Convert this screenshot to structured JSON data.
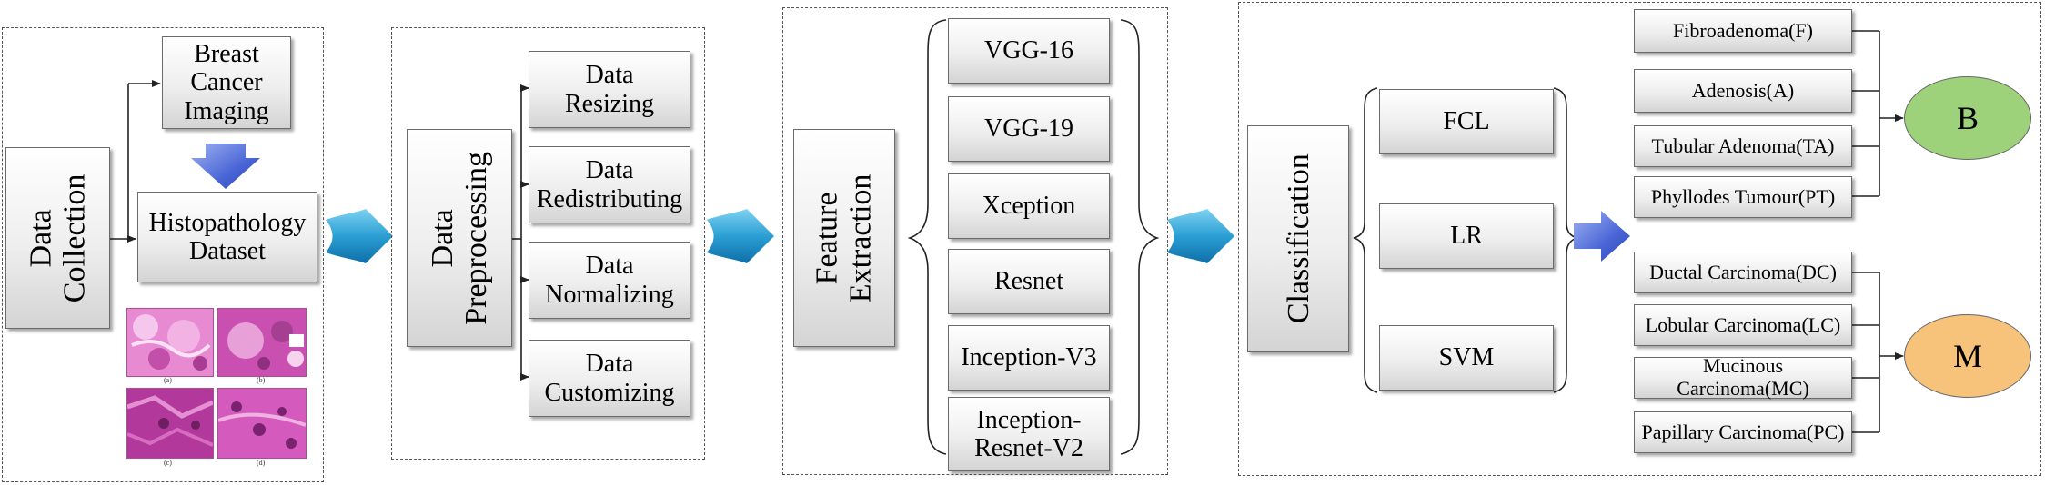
{
  "stages": {
    "collection": {
      "title": "Data\nCollection",
      "imaging": "Breast\nCancer\nImaging",
      "dataset": "Histopathology\nDataset",
      "sample_captions": [
        "(a)",
        "(b)",
        "(c)",
        "(d)"
      ]
    },
    "preprocessing": {
      "title": "Data\nPreprocessing",
      "steps": [
        "Data\nResizing",
        "Data\nRedistributing",
        "Data\nNormalizing",
        "Data\nCustomizing"
      ]
    },
    "feature_extraction": {
      "title": "Feature\nExtraction",
      "models": [
        "VGG-16",
        "VGG-19",
        "Xception",
        "Resnet",
        "Inception-V3",
        "Inception-\nResnet-V2"
      ]
    },
    "classification": {
      "title": "Classification",
      "methods": [
        "FCL",
        "LR",
        "SVM"
      ],
      "benign_classes": [
        "Fibroadenoma(F)",
        "Adenosis(A)",
        "Tubular Adenoma(TA)",
        "Phyllodes Tumour(PT)"
      ],
      "malignant_classes": [
        "Ductal Carcinoma(DC)",
        "Lobular Carcinoma(LC)",
        "Mucinous Carcinoma(MC)",
        "Papillary Carcinoma(PC)"
      ],
      "benign_label": "B",
      "malignant_label": "M"
    }
  },
  "colors": {
    "benign": "#9dd27a",
    "malignant": "#f7c27a",
    "flow_arrow": "#2a9fd4",
    "down_arrow": "#4a66d6",
    "tissue": "#d94fb5"
  }
}
